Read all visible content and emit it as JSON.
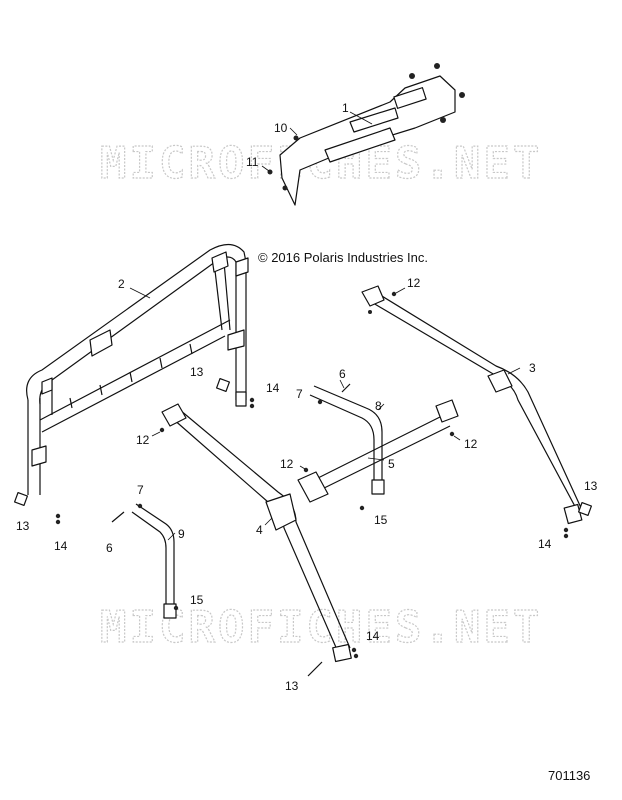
{
  "watermark": "MICROFICHES.NET",
  "copyright": "© 2016 Polaris Industries Inc.",
  "document_number": "701136",
  "callouts": [
    "1",
    "2",
    "3",
    "4",
    "5",
    "6",
    "7",
    "8",
    "9",
    "10",
    "11",
    "12",
    "13",
    "14",
    "15"
  ],
  "callout_labels": {
    "c1": "1",
    "c2": "2",
    "c3": "3",
    "c4": "4",
    "c5": "5",
    "c6a": "6",
    "c6b": "6",
    "c7a": "7",
    "c7b": "7",
    "c8": "8",
    "c9": "9",
    "c10": "10",
    "c11": "11",
    "c12a": "12",
    "c12b": "12",
    "c12c": "12",
    "c12d": "12",
    "c13a": "13",
    "c13b": "13",
    "c13c": "13",
    "c13d": "13",
    "c14a": "14",
    "c14b": "14",
    "c14c": "14",
    "c14d": "14",
    "c15a": "15",
    "c15b": "15"
  }
}
